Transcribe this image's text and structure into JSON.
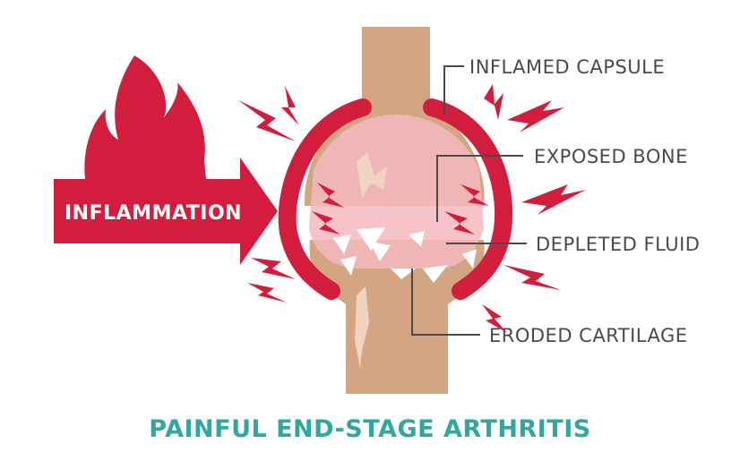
{
  "labels": {
    "inflamed_capsule": "INFLAMED CAPSULE",
    "exposed_bone": "EXPOSED BONE",
    "depleted_fluid": "DEPLETED FLUID",
    "eroded_cartilage": "ERODED CARTILAGE"
  },
  "arrow_label": "INFLAMMATION",
  "title": "PAINFUL END-STAGE ARTHRITIS",
  "colors": {
    "bone": "#d4a583",
    "bone_crack": "#f1d4bf",
    "capsule": "#d21e3c",
    "fluid": "#f4b8c0",
    "cartilage": "#ffffff",
    "leader": "#4a4a4a",
    "title": "#2fa8a0",
    "arrow": "#d21e3c"
  },
  "icons": [
    "flame-icon",
    "pain-bolt-icon"
  ]
}
